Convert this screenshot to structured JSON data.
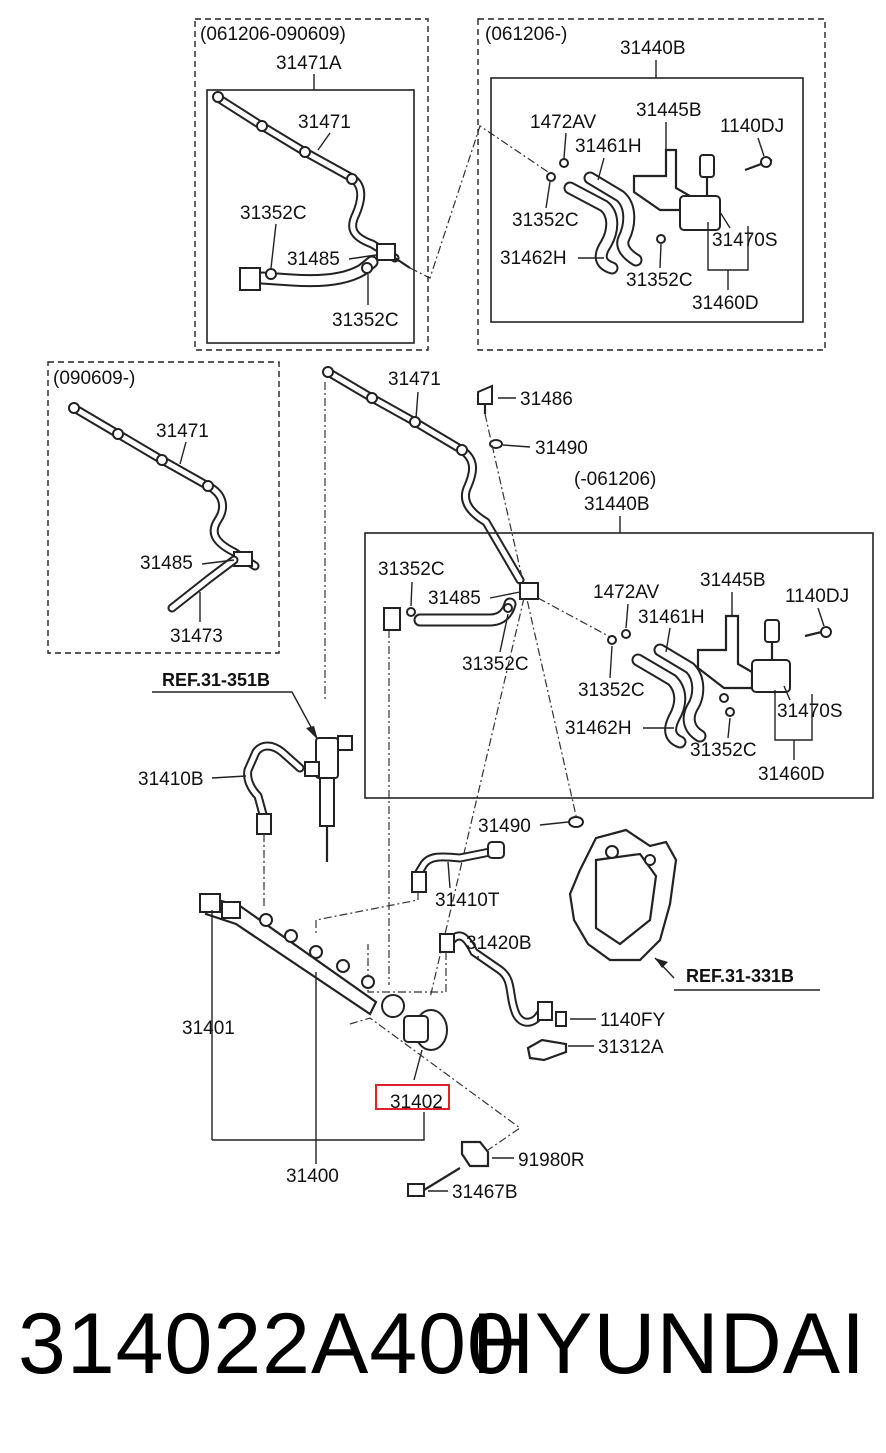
{
  "insets": {
    "top_left_code": "(061206-090609)",
    "top_right_code": "(061206-)",
    "left_code": "(090609-)",
    "mid_code": "(-061206)"
  },
  "labels": {
    "p31471A": "31471A",
    "p31471_a": "31471",
    "p31352C_a": "31352C",
    "p31485_a": "31485",
    "p31352C_b": "31352C",
    "p31440B_a": "31440B",
    "p1472AV_a": "1472AV",
    "p31445B_a": "31445B",
    "p1140DJ_a": "1140DJ",
    "p31461H_a": "31461H",
    "p31352C_c": "31352C",
    "p31462H_a": "31462H",
    "p31470S_a": "31470S",
    "p31352C_d": "31352C",
    "p31460D_a": "31460D",
    "p31471_b": "31471",
    "p31485_b": "31485",
    "p31473": "31473",
    "p31471_c": "31471",
    "p31486": "31486",
    "p31490_a": "31490",
    "p31440B_b": "31440B",
    "p31352C_e": "31352C",
    "p31485_c": "31485",
    "p31352C_f": "31352C",
    "p1472AV_b": "1472AV",
    "p31445B_b": "31445B",
    "p1140DJ_b": "1140DJ",
    "p31461H_b": "31461H",
    "p31352C_g": "31352C",
    "p31462H_b": "31462H",
    "p31470S_b": "31470S",
    "p31352C_h": "31352C",
    "p31460D_b": "31460D",
    "p31410B": "31410B",
    "p31490_b": "31490",
    "p31410T": "31410T",
    "p31420B": "31420B",
    "p31401": "31401",
    "p1140FY": "1140FY",
    "p31312A": "31312A",
    "p31402": "31402",
    "p91980R": "91980R",
    "p31400": "31400",
    "p31467B": "31467B"
  },
  "refs": {
    "ref_31_351B": "REF.31-351B",
    "ref_31_331B": "REF.31-331B"
  },
  "highlight_color": "#e0202a",
  "caption": {
    "part_number": "314022A400",
    "brand": "HYUNDAI"
  }
}
